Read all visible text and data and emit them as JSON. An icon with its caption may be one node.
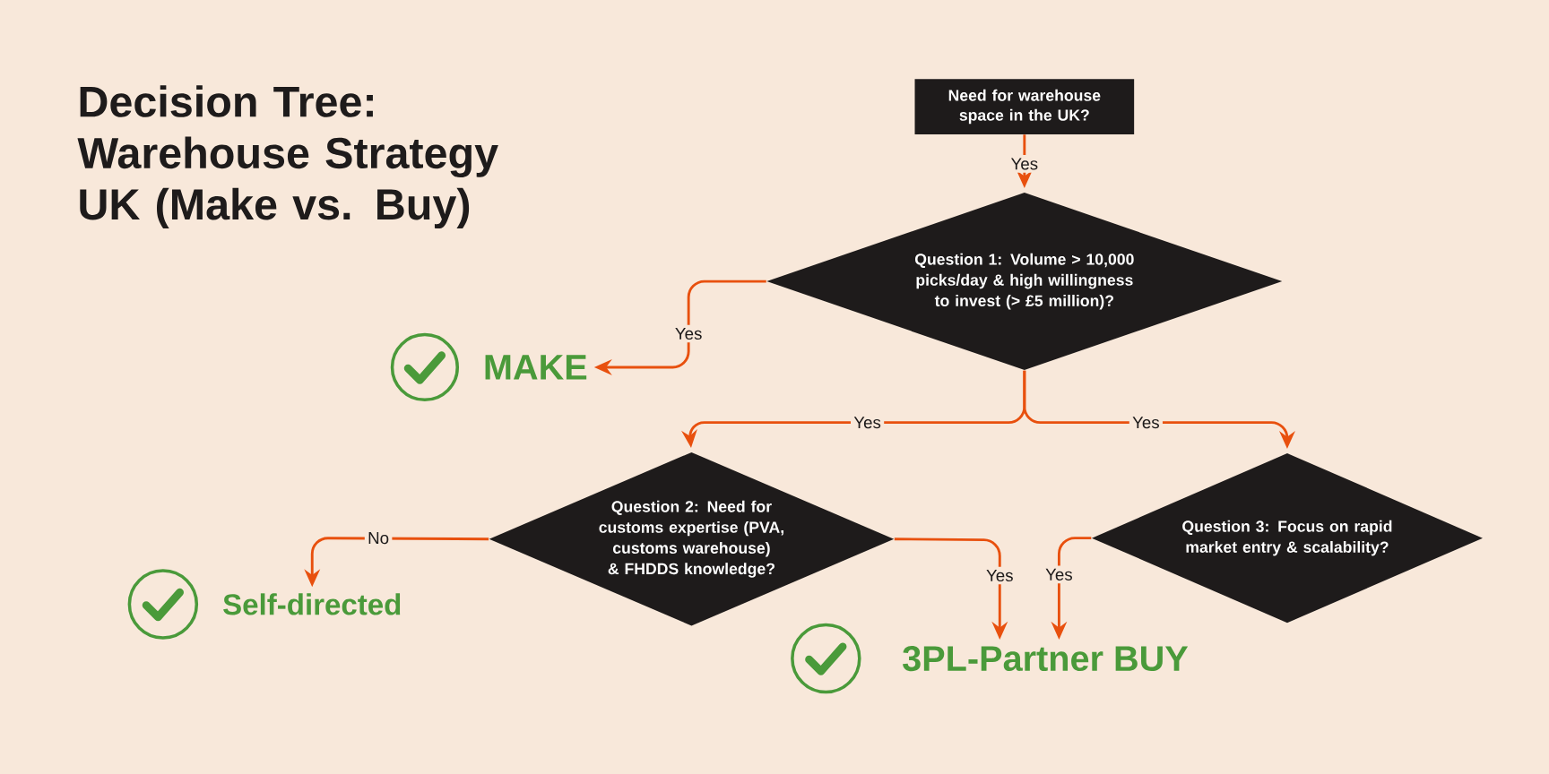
{
  "diagram": {
    "title": "Decision Tree: Warehouse Strategy UK (Make vs. Buy)",
    "nodes": [
      {
        "text": [
          "Need for warehouse space in the UK?"
        ]
      },
      {
        "text": [
          "Question 1: Volume > 10,000 picks/day & high willingness to invest (> £5 million)?"
        ]
      },
      {
        "text": [
          "MAKE"
        ]
      },
      {
        "text": [
          "Question 2: Need for customs expertise (PVA, customs warehouse) & FHDDS knowledge?"
        ]
      },
      {
        "text": [
          "Question 3: Focus on rapid market entry & scalability?"
        ]
      },
      {
        "text": [
          "Self-directed"
        ]
      },
      {
        "text": [
          "3PL-Partner BUY"
        ]
      }
    ],
    "edges": [
      {
        "from": 0,
        "to": 1,
        "arrow": "to",
        "label": "Yes"
      },
      {
        "from": 1,
        "to": 2,
        "arrow": "to",
        "label": "Yes"
      },
      {
        "from": 1,
        "to": 3,
        "arrow": "to",
        "label": "Yes"
      },
      {
        "from": 1,
        "to": 4,
        "arrow": "to",
        "label": "Yes"
      },
      {
        "from": 3,
        "to": 5,
        "arrow": "to",
        "label": "No"
      },
      {
        "from": 3,
        "to": 6,
        "arrow": "to",
        "label": "Yes"
      },
      {
        "from": 4,
        "to": 6,
        "arrow": "to",
        "label": "Yes"
      }
    ]
  }
}
